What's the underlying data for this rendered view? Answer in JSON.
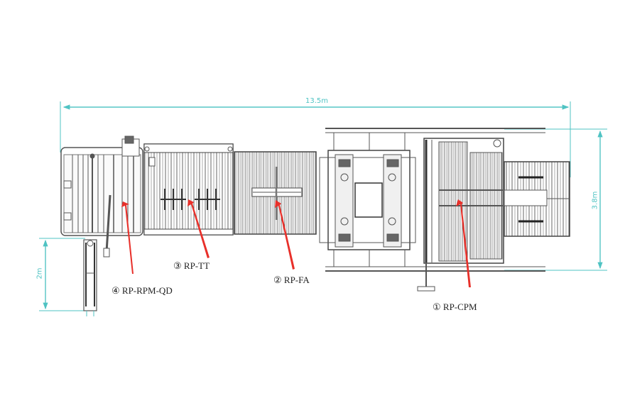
{
  "colors": {
    "dimension": "#4fc3c3",
    "machine_line": "#555555",
    "arrow": "#e8302a",
    "label": "#222222"
  },
  "dimensions": {
    "overall_length": "13.5m",
    "overall_width": "3.8m",
    "side_depth": "2m"
  },
  "modules": [
    {
      "index": "①",
      "code": "RP-CPM"
    },
    {
      "index": "②",
      "code": "RP-FA"
    },
    {
      "index": "③",
      "code": "RP-TT"
    },
    {
      "index": "④",
      "code": "RP-RPM-QD"
    }
  ]
}
